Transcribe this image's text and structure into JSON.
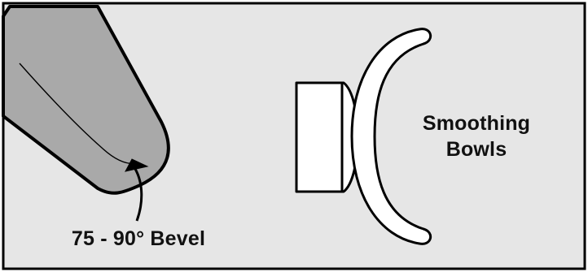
{
  "diagram": {
    "labels": {
      "bevel": "75 - 90° Bevel",
      "bowls_line1": "Smoothing",
      "bowls_line2": "Bowls"
    },
    "colors": {
      "panel_background": "#e6e6e6",
      "tool_fill": "#a9a9a9",
      "outline": "#000000",
      "bowl_fill": "#ffffff",
      "text": "#111111"
    }
  }
}
